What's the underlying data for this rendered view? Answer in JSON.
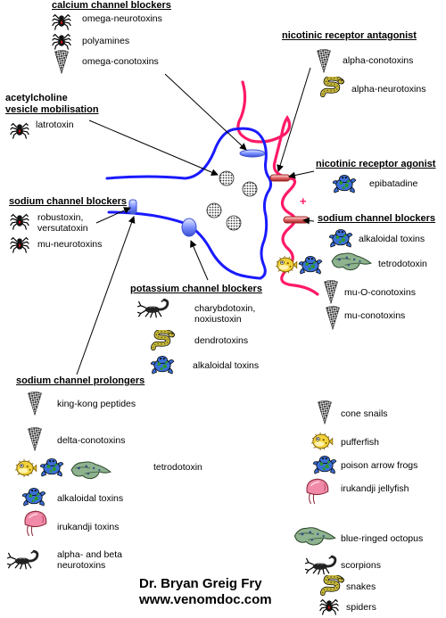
{
  "headings": {
    "calcium": "calcium channel blockers",
    "nicotinic_antagonist": "nicotinic receptor  antagonist",
    "ach_line1": "acetylcholine",
    "ach_line2": "vesicle mobilisation",
    "nicotinic_agonist": "nicotinic receptor agonist",
    "sodium_blockers_left": "sodium channel blockers",
    "sodium_blockers_right": "sodium channel blockers",
    "potassium": "potassium channel blockers",
    "sodium_prolongers": "sodium channel prolongers"
  },
  "toxins": {
    "omega_neurotoxins": "omega-neurotoxins",
    "polyamines": "polyamines",
    "omega_conotoxins": "omega-conotoxins",
    "alpha_conotoxins": "alpha-conotoxins",
    "alpha_neurotoxins": "alpha-neurotoxins",
    "latrotoxin": "latrotoxin",
    "epibatadine": "epibatadine",
    "robustoxin_1": "robustoxin,",
    "robustoxin_2": "versutatoxin",
    "mu_neurotoxins": "mu-neurotoxins",
    "alkaloidal_right": "alkaloidal toxins",
    "tetrodotoxin_right": "tetrodotoxin",
    "mu_o_conotoxins": "mu-O-conotoxins",
    "mu_conotoxins": "mu-conotoxins",
    "charybdotoxin_1": "charybdotoxin,",
    "charybdotoxin_2": "noxiustoxin",
    "dendrotoxins": "dendrotoxins",
    "alkaloidal_potassium": "alkaloidal toxins",
    "king_kong": "king-kong peptides",
    "delta_conotoxins": "delta-conotoxins",
    "tetrodotoxin_left": "tetrodotoxin",
    "alkaloidal_left": "alkaloidal toxins",
    "irukandji_toxins": "irukandji toxins",
    "alpha_beta_1": "alpha- and beta",
    "alpha_beta_2": "neurotoxins"
  },
  "legend": {
    "cone_snails": "cone snails",
    "pufferfish": "pufferfish",
    "poison_arrow_frogs": "poison arrow frogs",
    "irukandji_jellyfish": "irukandji jellyfish",
    "blue_ringed_octopus": "blue-ringed octopus",
    "scorpions": "scorpions",
    "snakes": "snakes",
    "spiders": "spiders"
  },
  "plus_sign": "+",
  "credit": {
    "name": "Dr. Bryan Greig Fry",
    "website": "www.venomdoc.com"
  },
  "colors": {
    "neuron": "#1a1aff",
    "muscle": "#ff1a66",
    "channel": "#6f8cff",
    "receptor": "#c0504d",
    "frog": "#3b6fd8",
    "frog_spots": "#2a9a2a",
    "snake": "#c8b83a",
    "puffer": "#f2d23a",
    "jelly": "#f08aa8",
    "octopus": "#6f9a6f"
  }
}
